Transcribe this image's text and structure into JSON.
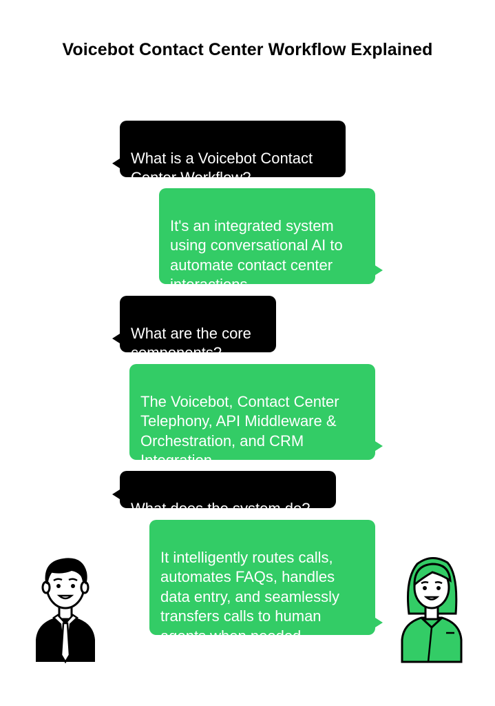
{
  "title": "Voicebot Contact Center Workflow Explained",
  "colors": {
    "question_bubble": "#000000",
    "answer_bubble": "#33cc66",
    "bubble_text": "#ffffff",
    "title_text": "#000000"
  },
  "conversation": [
    {
      "role": "question",
      "text": "What is a Voicebot Contact\nCenter Workflow?"
    },
    {
      "role": "answer",
      "text": "It's an integrated system\nusing conversational AI to\nautomate contact center\ninteractions."
    },
    {
      "role": "question",
      "text": "What are the core\ncomponents?"
    },
    {
      "role": "answer",
      "text": "The Voicebot, Contact Center\nTelephony, API Middleware &\nOrchestration, and CRM\nIntegration."
    },
    {
      "role": "question",
      "text": "What does the system do?"
    },
    {
      "role": "answer",
      "text": "It intelligently routes calls,\nautomates FAQs, handles\ndata entry, and seamlessly\ntransfers calls to human\nagents when needed."
    }
  ],
  "avatars": {
    "left": {
      "icon": "man-avatar-icon",
      "color": "#000000"
    },
    "right": {
      "icon": "woman-avatar-icon",
      "color": "#33cc66"
    }
  }
}
